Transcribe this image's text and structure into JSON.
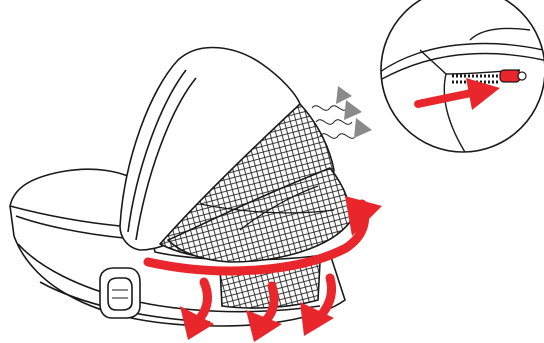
{
  "figure": {
    "description_hidden": "",
    "colors": {
      "outline": "#1a1a1a",
      "accent_red": "#e8262b",
      "gray_arrows": "#8a8a8a",
      "white": "#ffffff"
    },
    "icons": [
      "carrycot-bassinet",
      "canopy-hood",
      "mesh-ventilation-panel",
      "handle-grip",
      "airflow-arrows",
      "wavy-air-lines",
      "zoom-inset-circle",
      "zipper-pull",
      "pointer-arrow"
    ]
  }
}
